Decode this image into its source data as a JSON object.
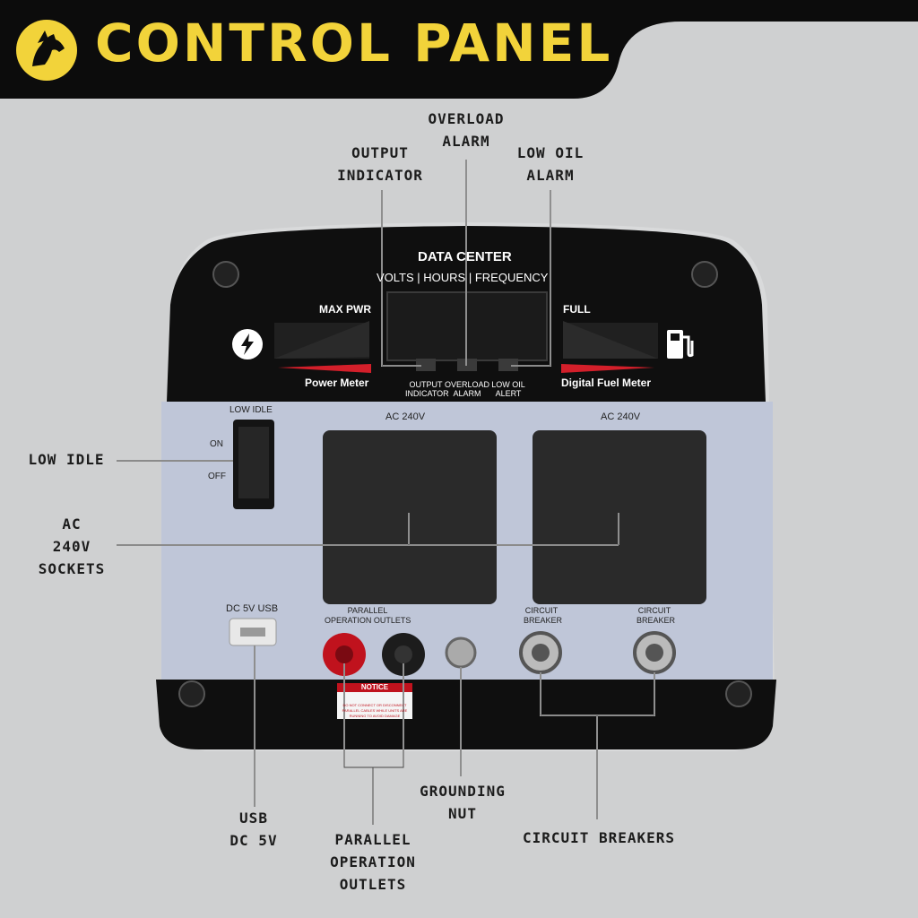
{
  "header": {
    "title": "CONTROL PANEL",
    "logo_icon": "horse-head-logo-icon",
    "title_color": "#f2d33a"
  },
  "callouts": {
    "output_indicator": [
      "OUTPUT",
      "INDICATOR"
    ],
    "overload_alarm": [
      "OVERLOAD",
      "ALARM"
    ],
    "low_oil_alarm": [
      "LOW OIL",
      "ALARM"
    ],
    "low_idle": "LOW IDLE",
    "ac_sockets": [
      "AC",
      "240V",
      "SOCKETS"
    ],
    "usb": [
      "USB",
      "DC 5V"
    ],
    "parallel": [
      "PARALLEL",
      "OPERATION",
      "OUTLETS"
    ],
    "grounding": [
      "GROUNDING",
      "NUT"
    ],
    "circuit_breakers": "CIRCUIT BREAKERS"
  },
  "panel": {
    "data_center": "DATA CENTER",
    "volts": "VOLTS",
    "hours": "HOURS",
    "frequency": "FREQUENCY",
    "max_pwr": "MAX PWR",
    "full": "FULL",
    "power_meter": "Power Meter",
    "fuel_meter": "Digital Fuel Meter",
    "ind_output": [
      "OUTPUT",
      "INDICATOR"
    ],
    "ind_overload": [
      "OVERLOAD",
      "ALARM"
    ],
    "ind_lowoil": [
      "LOW OIL",
      "ALERT"
    ],
    "low_idle_label": "LOW IDLE",
    "on": "ON",
    "off": "OFF",
    "ac1": "AC 240V",
    "ac2": "AC 240V",
    "usb_label": "DC 5V USB",
    "parallel_label": [
      "PARALLEL",
      "OPERATION OUTLETS"
    ],
    "breaker1": [
      "CIRCUIT",
      "BREAKER"
    ],
    "breaker2": [
      "CIRCUIT",
      "BREAKER"
    ],
    "notice": "NOTICE",
    "notice_small": [
      "DO NOT CONNECT OR DISCONNECT",
      "PARALLEL CABLES WHILE UNITS ARE",
      "RUNNING TO AVOID DAMAGE"
    ],
    "power_icon": "lightning-bolt-icon",
    "fuel_icon": "fuel-pump-icon"
  }
}
